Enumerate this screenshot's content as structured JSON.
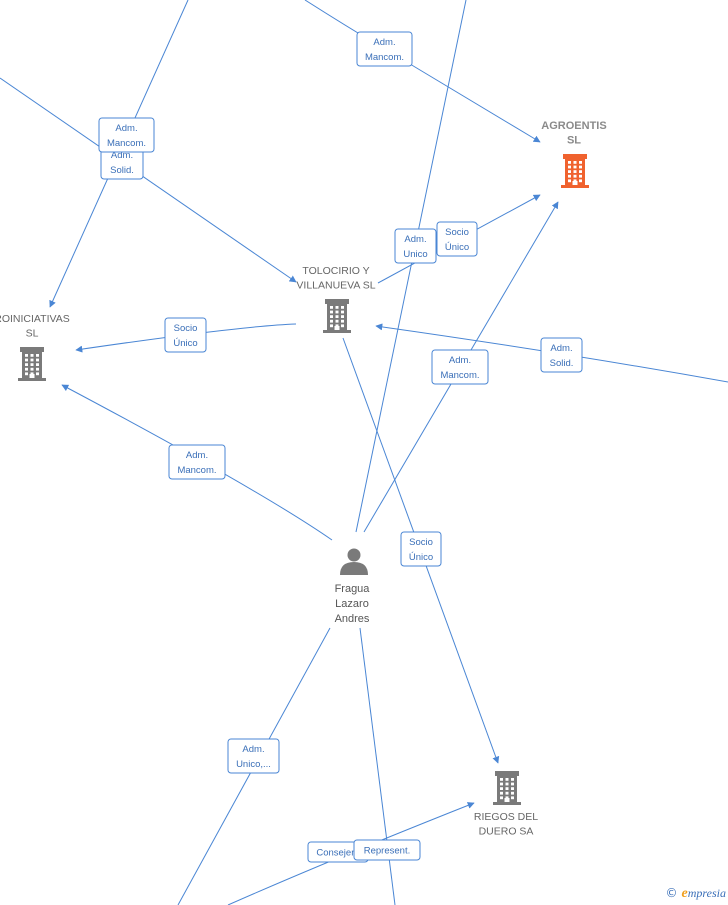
{
  "colors": {
    "edge": "#4a86d4",
    "node": "#7a7a7a",
    "highlight": "#f0622e"
  },
  "nodes": [
    {
      "id": "agroentis",
      "lines": [
        "AGROENTIS",
        "SL"
      ],
      "icon": "building-icon",
      "highlight": true
    },
    {
      "id": "tolocirio",
      "lines": [
        "TOLOCIRIO Y",
        "VILLANUEVA SL"
      ],
      "icon": "building-icon",
      "highlight": false
    },
    {
      "id": "proiniciativas",
      "lines": [
        "ROINICIATIVAS",
        "SL"
      ],
      "icon": "building-icon",
      "highlight": false
    },
    {
      "id": "riegos",
      "lines": [
        "RIEGOS DEL",
        "DUERO SA"
      ],
      "icon": "building-icon",
      "highlight": false
    },
    {
      "id": "fragua",
      "lines": [
        "Fragua",
        "Lazaro",
        "Andres"
      ],
      "icon": "person-icon",
      "highlight": false
    }
  ],
  "edge_labels": [
    {
      "id": "l1",
      "lines": [
        "Adm.",
        "Mancom."
      ]
    },
    {
      "id": "l2",
      "lines": [
        "Adm.",
        "Solid."
      ]
    },
    {
      "id": "l3",
      "lines": [
        "Adm.",
        "Mancom."
      ]
    },
    {
      "id": "l4",
      "lines": [
        "Adm.",
        "Unico"
      ]
    },
    {
      "id": "l5",
      "lines": [
        "Socio",
        "Único"
      ]
    },
    {
      "id": "l6",
      "lines": [
        "Socio",
        "Único"
      ]
    },
    {
      "id": "l7",
      "lines": [
        "Adm.",
        "Solid."
      ]
    },
    {
      "id": "l8",
      "lines": [
        "Adm.",
        "Mancom."
      ]
    },
    {
      "id": "l9",
      "lines": [
        "Adm.",
        "Mancom."
      ]
    },
    {
      "id": "l10",
      "lines": [
        "Socio",
        "Único"
      ]
    },
    {
      "id": "l11",
      "lines": [
        "Adm.",
        "Unico,..."
      ]
    },
    {
      "id": "l12",
      "lines": [
        "Consejero"
      ]
    },
    {
      "id": "l13",
      "lines": [
        "Represent."
      ]
    }
  ],
  "brand": {
    "copyright": "©",
    "initial": "e",
    "rest": "mpresia"
  }
}
